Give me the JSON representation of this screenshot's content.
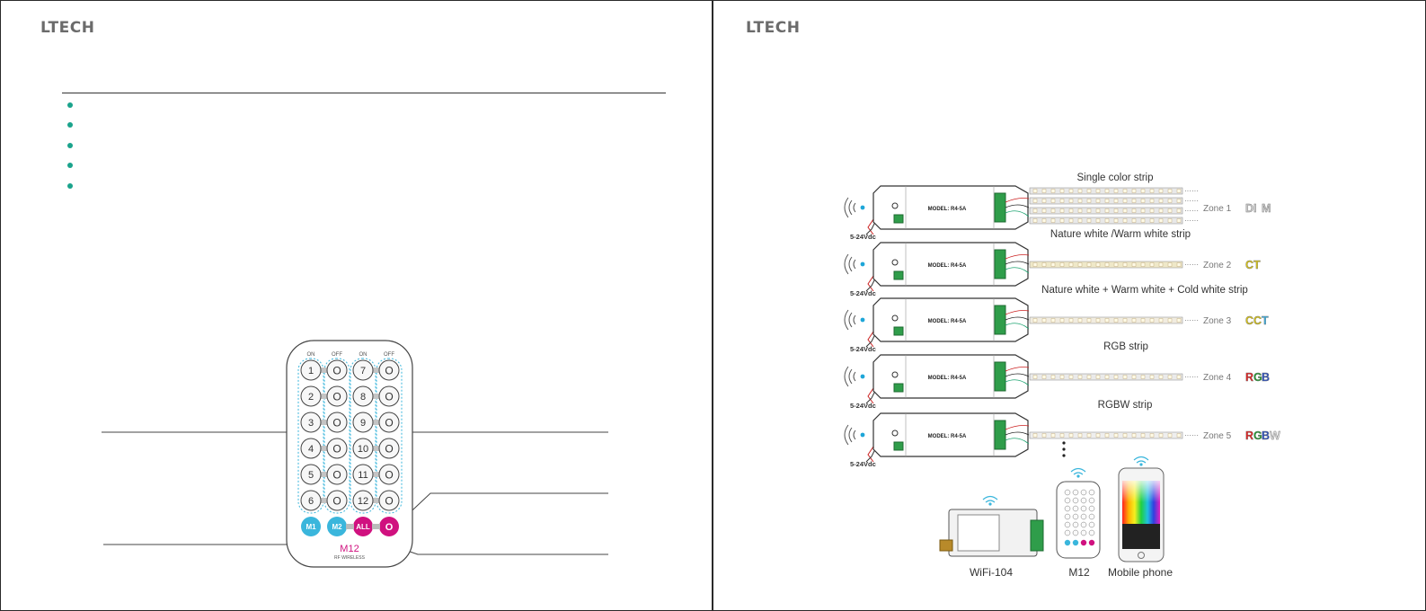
{
  "brand": {
    "logo": "LTECH"
  },
  "left_page": {
    "bullet_count": 5,
    "remote": {
      "col_headers": [
        "ON",
        "OFF",
        "ON",
        "OFF"
      ],
      "zone_numbers": [
        "1",
        "2",
        "3",
        "4",
        "5",
        "6",
        "7",
        "8",
        "9",
        "10",
        "11",
        "12"
      ],
      "off_symbol": "O",
      "mode_buttons": [
        "M1",
        "M2",
        "ALL",
        "O"
      ],
      "model": "M12",
      "subtitle": "RF WIRELESS"
    }
  },
  "right_page": {
    "voltage": "5-24Vdc",
    "model_label": "MODEL: R4-5A",
    "zones": [
      {
        "strip": "Single color strip",
        "zone": "Zone 1",
        "mode": "DIM"
      },
      {
        "strip": "Nature white /Warm white strip",
        "zone": "Zone 2",
        "mode": "CT"
      },
      {
        "strip": "Nature white + Warm white + Cold white strip",
        "zone": "Zone 3",
        "mode": "CCT"
      },
      {
        "strip": "RGB strip",
        "zone": "Zone 4",
        "mode": "RGB"
      },
      {
        "strip": "RGBW strip",
        "zone": "Zone 5",
        "mode": "RGBW"
      }
    ],
    "devices": [
      "WiFi-104",
      "M12",
      "Mobile phone"
    ],
    "colors": {
      "cyan": "#3ab6dc",
      "magenta": "#d0117f",
      "teal": "#1aa38c",
      "ct_yellow": "#d8c414",
      "rgb_red": "#e02020",
      "rgb_green": "#1f9a2e",
      "rgb_blue": "#2a4fc0"
    }
  }
}
